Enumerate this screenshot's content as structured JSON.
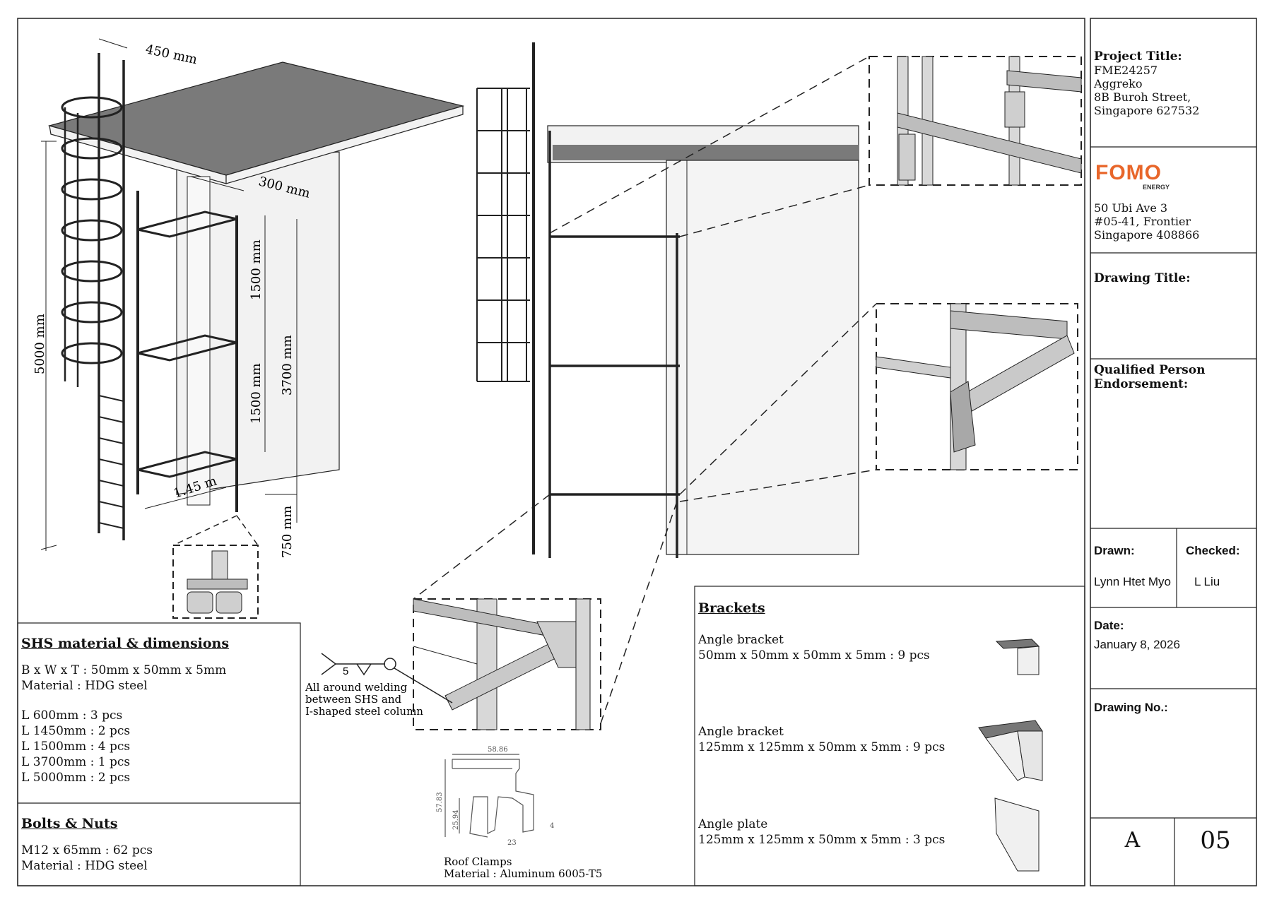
{
  "iso_view": {
    "dims": {
      "width_top": "450 mm",
      "depth": "300 mm",
      "height_total": "5000 mm",
      "seg_upper": "1500 mm",
      "seg_lower": "1500 mm",
      "height_frame": "3700 mm",
      "bottom_offset": "750 mm",
      "frame_width": "1.45 m"
    }
  },
  "sections": {
    "shs": {
      "title": "SHS material & dimensions",
      "lines": [
        "B x W x T : 50mm  x 50mm x 5mm",
        "Material : HDG steel",
        "",
        "L 600mm : 3 pcs",
        "L 1450mm : 2 pcs",
        "L 1500mm : 4 pcs",
        "L 3700mm : 1 pcs",
        "L 5000mm : 2 pcs"
      ]
    },
    "bolts": {
      "title": "Bolts & Nuts",
      "lines": [
        "M12 x 65mm : 62 pcs",
        "Material : HDG steel"
      ]
    },
    "weld": {
      "symbol_size": "5",
      "note_lines": [
        "All around welding",
        "between SHS and",
        "I-shaped steel column"
      ]
    },
    "roof_clamp": {
      "dims": {
        "width": "58.86",
        "height": "57.83",
        "inner": "25.94",
        "base": "23",
        "lip": "4"
      },
      "caption_lines": [
        "Roof Clamps",
        "Material : Aluminum 6005-T5"
      ]
    },
    "brackets": {
      "title": "Brackets",
      "items": [
        {
          "name": "Angle bracket",
          "spec": "50mm x 50mm x 50mm x 5mm : 9 pcs"
        },
        {
          "name": "Angle bracket",
          "spec": "125mm x 125mm x 50mm x 5mm : 9 pcs"
        },
        {
          "name": "Angle plate",
          "spec": "125mm x 125mm x 50mm x 5mm : 3 pcs"
        }
      ]
    }
  },
  "title_block": {
    "project_title_label": "Project Title:",
    "project_lines": [
      "FME24257",
      "Aggreko",
      "8B Buroh Street,",
      "Singapore 627532"
    ],
    "logo_text": "FOMO",
    "logo_sub": "ENERGY",
    "company_lines": [
      "50 Ubi Ave 3",
      "#05-41, Frontier",
      "Singapore 408866"
    ],
    "drawing_title_label": "Drawing Title:",
    "qp_label_lines": [
      "Qualified Person",
      "Endorsement:"
    ],
    "drawn_label": "Drawn:",
    "drawn_value": "Lynn Htet Myo",
    "checked_label": "Checked:",
    "checked_value": "L Liu",
    "date_label": "Date:",
    "date_value": "January 8, 2026",
    "drawing_no_label": "Drawing No.:",
    "revision": "A",
    "sheet_no": "05"
  },
  "colors": {
    "roof_top": "#7a7a7a",
    "wall": "#f4f4f4",
    "steel": "#bdbdbd",
    "logo": "#e8662a"
  }
}
